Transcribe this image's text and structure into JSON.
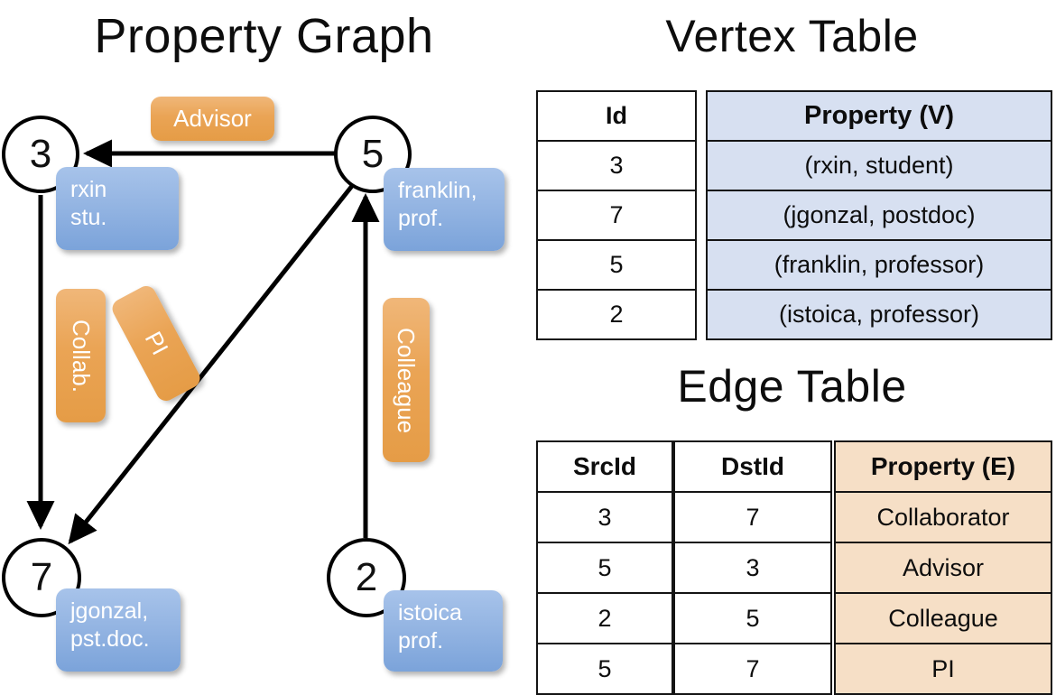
{
  "titles": {
    "property_graph": "Property Graph",
    "vertex_table": "Vertex Table",
    "edge_table": "Edge Table"
  },
  "graph": {
    "nodes": [
      {
        "id": "3",
        "label": "3",
        "property_line1": "rxin",
        "property_line2": "stu."
      },
      {
        "id": "5",
        "label": "5",
        "property_line1": "franklin,",
        "property_line2": "prof."
      },
      {
        "id": "7",
        "label": "7",
        "property_line1": "jgonzal,",
        "property_line2": "pst.doc."
      },
      {
        "id": "2",
        "label": "2",
        "property_line1": "istoica",
        "property_line2": "prof."
      }
    ],
    "edge_labels": [
      {
        "key": "advisor",
        "text": "Advisor",
        "orientation": "horizontal"
      },
      {
        "key": "collab",
        "text": "Collab.",
        "orientation": "vertical"
      },
      {
        "key": "pi",
        "text": "PI",
        "orientation": "vertical-rotated"
      },
      {
        "key": "colleague",
        "text": "Colleague",
        "orientation": "vertical"
      }
    ]
  },
  "vertex_table": {
    "headers": {
      "id": "Id",
      "property": "Property (V)"
    },
    "rows": [
      {
        "id": "3",
        "property": "(rxin, student)"
      },
      {
        "id": "7",
        "property": "(jgonzal, postdoc)"
      },
      {
        "id": "5",
        "property": "(franklin, professor)"
      },
      {
        "id": "2",
        "property": "(istoica, professor)"
      }
    ]
  },
  "edge_table": {
    "headers": {
      "src": "SrcId",
      "dst": "DstId",
      "property": "Property (E)"
    },
    "rows": [
      {
        "src": "3",
        "dst": "7",
        "property": "Collaborator"
      },
      {
        "src": "5",
        "dst": "3",
        "property": "Advisor"
      },
      {
        "src": "2",
        "dst": "5",
        "property": "Colleague"
      },
      {
        "src": "5",
        "dst": "7",
        "property": "PI"
      }
    ]
  },
  "colors": {
    "vertex_property_fill": "#d7e0f1",
    "edge_property_fill": "#f6dfc6",
    "vertex_chip": "#8cb0e0",
    "edge_chip": "#eaa455",
    "stroke": "#141414"
  }
}
